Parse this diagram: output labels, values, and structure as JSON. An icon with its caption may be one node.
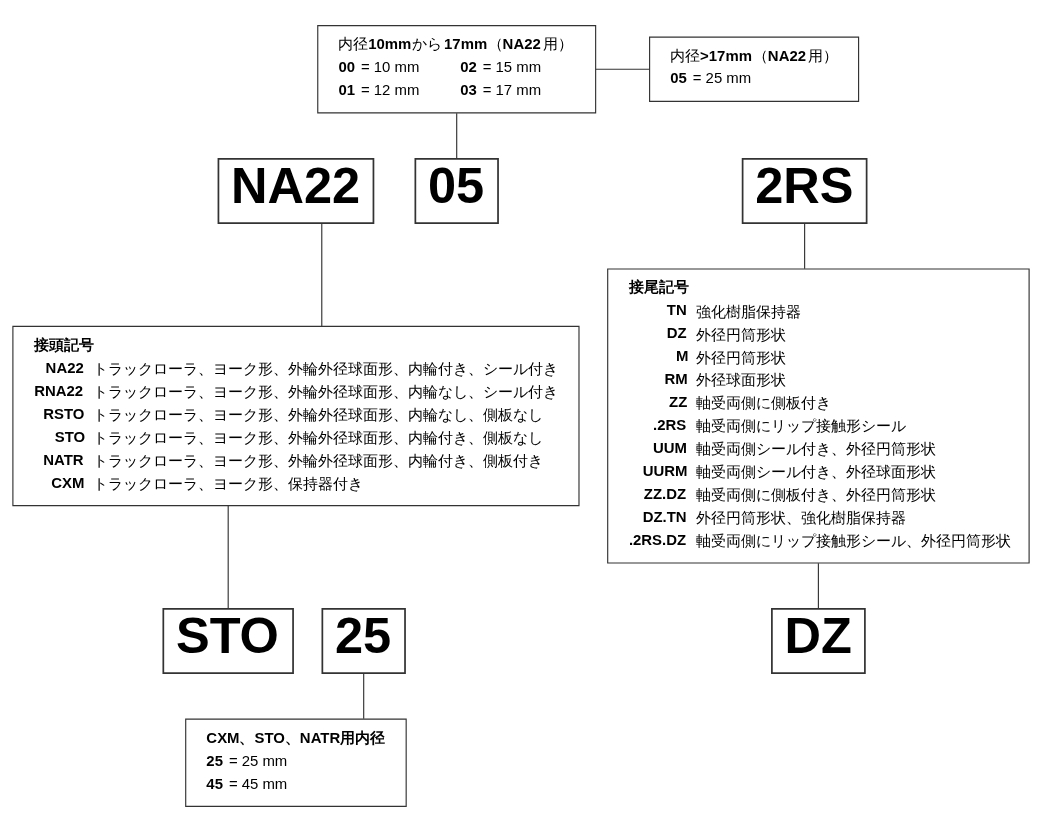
{
  "diagram": {
    "nodes": [
      {
        "text": [
          "内径**10mm**から**17mm**（**NA22**用）",
          "**00** = 10 mm",
          "**02** = 15 mm",
          "**01** = 12 mm",
          "**03** = 17 mm"
        ]
      },
      {
        "text": [
          "内径**>17mm**（**NA22**用）",
          "**05** = 25 mm"
        ]
      },
      {
        "text": [
          "NA22"
        ]
      },
      {
        "text": [
          "05"
        ]
      },
      {
        "text": [
          "2RS"
        ]
      },
      {
        "text": [
          "接頭記号",
          "NA22",
          "トラックローラ、ヨーク形、外輪外径球面形、内輪付き、シール付き",
          "RNA22",
          "トラックローラ、ヨーク形、外輪外径球面形、内輪なし、シール付き",
          "RSTO",
          "トラックローラ、ヨーク形、外輪外径球面形、内輪なし、側板なし",
          "STO",
          "トラックローラ、ヨーク形、外輪外径球面形、内輪付き、側板なし",
          "NATR",
          "トラックローラ、ヨーク形、外輪外径球面形、内輪付き、側板付き",
          "CXM",
          "トラックローラ、ヨーク形、保持器付き"
        ]
      },
      {
        "text": [
          "接尾記号",
          "TN",
          "強化樹脂保持器",
          "DZ",
          "外径円筒形状",
          "M",
          "外径円筒形状",
          "RM",
          "外径球面形状",
          "ZZ",
          "軸受両側に側板付き",
          ".2RS",
          "軸受両側にリップ接触形シール",
          "UUM",
          "軸受両側シール付き、外径円筒形状",
          "UURM",
          "軸受両側シール付き、外径球面形状",
          "ZZ.DZ",
          "軸受両側に側板付き、外径円筒形状",
          "DZ.TN",
          "外径円筒形状、強化樹脂保持器",
          ".2RS.DZ",
          "軸受両側にリップ接触形シール、外径円筒形状"
        ]
      },
      {
        "text": [
          "STO"
        ]
      },
      {
        "text": [
          "25"
        ]
      },
      {
        "text": [
          "DZ"
        ]
      },
      {
        "text": [
          "CXM、STO、NATR用内径",
          "**25** = 25 mm",
          "**45** = 45 mm"
        ]
      }
    ],
    "edges": [
      {
        "from": 0,
        "to": 1,
        "arrow": "none"
      },
      {
        "from": 0,
        "to": 3,
        "arrow": "none"
      },
      {
        "from": 2,
        "to": 5,
        "arrow": "none"
      },
      {
        "from": 4,
        "to": 6,
        "arrow": "none"
      },
      {
        "from": 5,
        "to": 7,
        "arrow": "none"
      },
      {
        "from": 6,
        "to": 9,
        "arrow": "none"
      },
      {
        "from": 8,
        "to": 10,
        "arrow": "none"
      }
    ]
  }
}
